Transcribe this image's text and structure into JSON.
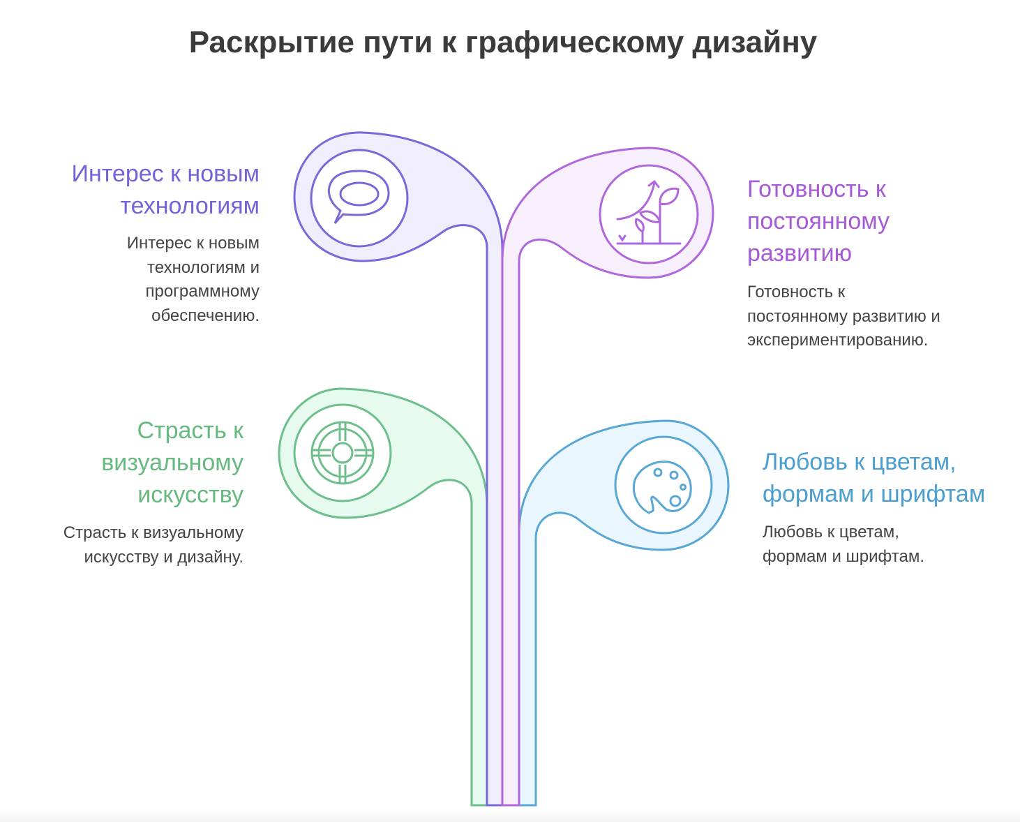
{
  "title": "Раскрытие пути к графическому дизайну",
  "colors": {
    "purple": "#7a68d8",
    "purple_fill": "#f0eefc",
    "violet": "#b167dc",
    "violet_fill": "#f8effd",
    "green": "#6cbf8a",
    "green_fill": "#e7faef",
    "blue": "#58a7d5",
    "blue_fill": "#e9f6fd"
  },
  "items": [
    {
      "heading_lines": [
        "Интерес к новым",
        "технологиям"
      ],
      "body_lines": [
        "Интерес к новым",
        "технологиям и",
        "программному",
        "обеспечению."
      ],
      "icon": "speech-bubble-icon"
    },
    {
      "heading_lines": [
        "Готовность к",
        "постоянному",
        "развитию"
      ],
      "body_lines": [
        "Готовность к",
        "постоянному развитию и",
        "экспериментированию."
      ],
      "icon": "growth-plant-icon"
    },
    {
      "heading_lines": [
        "Страсть к",
        "визуальному",
        "искусству"
      ],
      "body_lines": [
        "Страсть к визуальному",
        "искусству и дизайну."
      ],
      "icon": "maze-target-icon"
    },
    {
      "heading_lines": [
        "Любовь к цветам,",
        "формам и шрифтам"
      ],
      "body_lines": [
        "Любовь к цветам,",
        "формам и шрифтам."
      ],
      "icon": "palette-icon"
    }
  ]
}
